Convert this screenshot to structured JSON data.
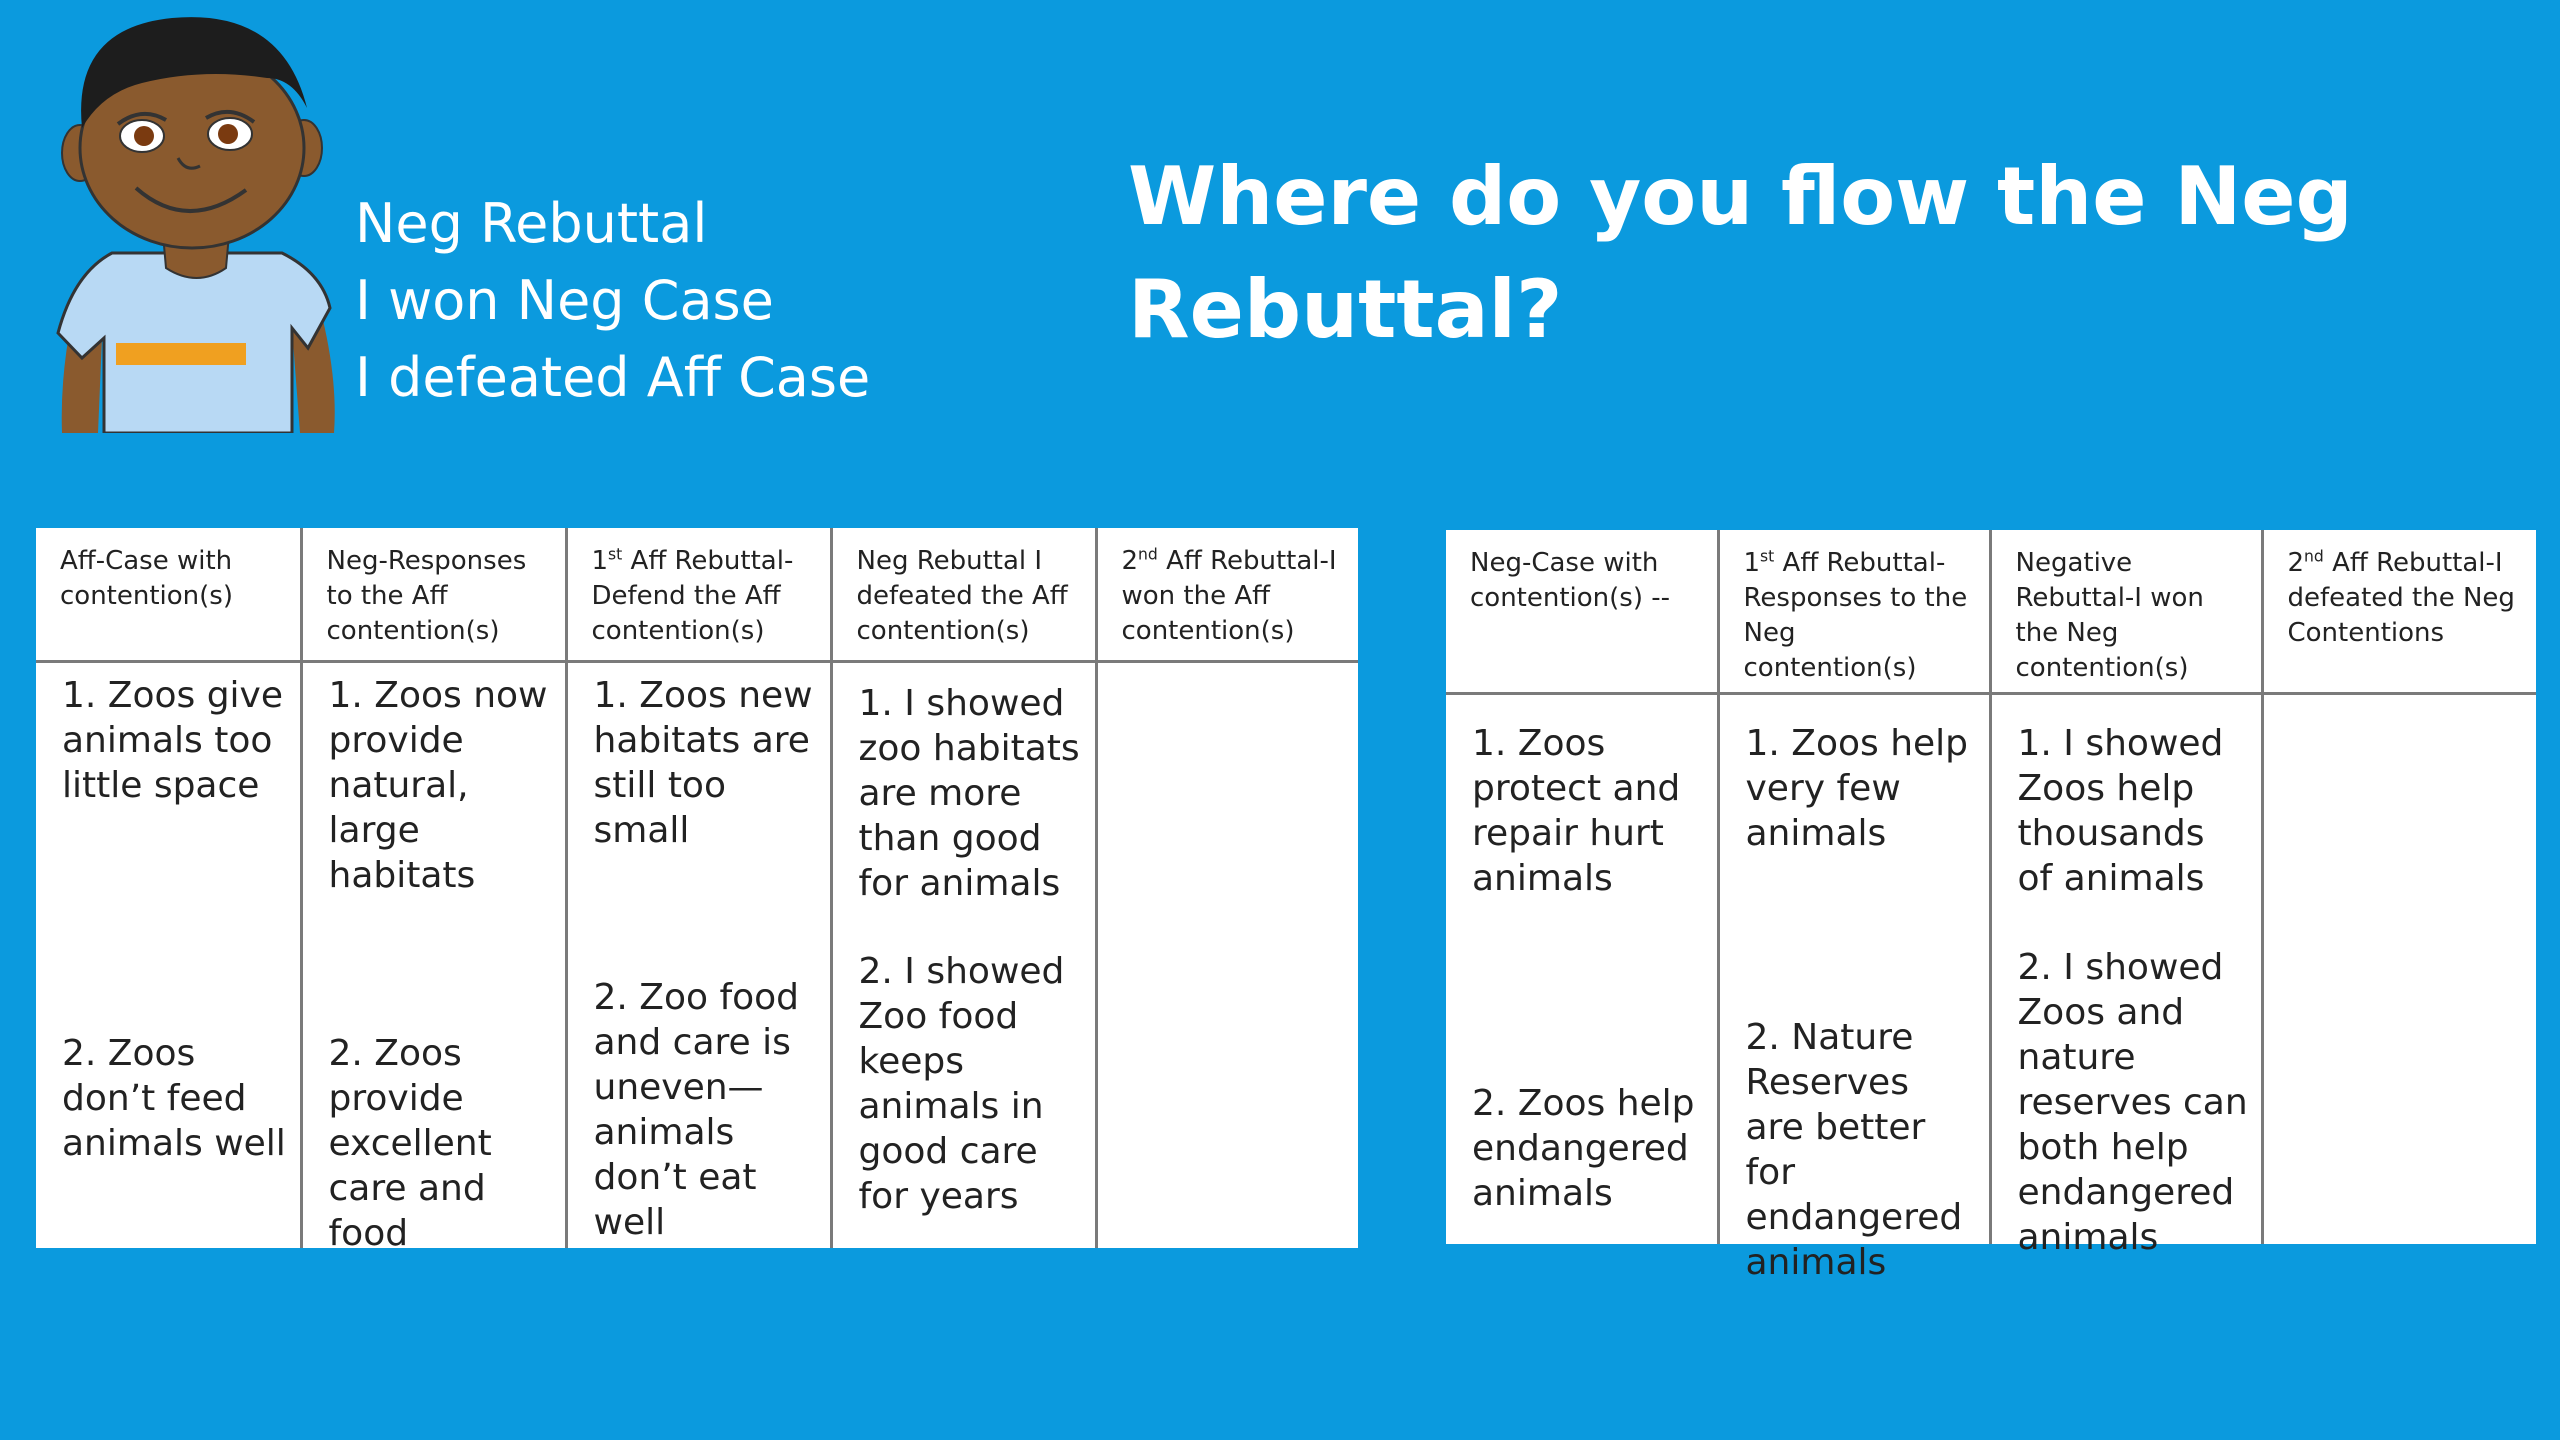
{
  "speech_bubble": {
    "line1": "Neg Rebuttal",
    "line2": "I won Neg Case",
    "line3": "I defeated Aff Case"
  },
  "question": "Where do you flow the Neg Rebuttal?",
  "aff_flow": {
    "headers": [
      {
        "text": "Aff-Case with contention(s)"
      },
      {
        "text": "Neg-Responses to the Aff contention(s)"
      },
      {
        "pre": "1",
        "sup": "st",
        "text": " Aff Rebuttal-Defend the Aff contention(s)"
      },
      {
        "text": "Neg Rebuttal I defeated the Aff contention(s)"
      },
      {
        "pre": "2",
        "sup": "nd",
        "text": " Aff Rebuttal-I won the Aff contention(s)"
      }
    ],
    "columns": [
      [
        "1. Zoos give animals too little space",
        "2. Zoos don’t feed animals well"
      ],
      [
        "1. Zoos now provide natural, large habitats",
        "2. Zoos provide excellent care and food"
      ],
      [
        "1. Zoos new habitats are still too small",
        "2. Zoo food and care is uneven—animals don’t eat well"
      ],
      [
        "1. I showed zoo habitats are more than good for animals",
        "2. I showed Zoo food keeps animals in good care for years"
      ],
      []
    ]
  },
  "neg_flow": {
    "headers": [
      {
        "text": "Neg-Case with contention(s) --"
      },
      {
        "pre": "1",
        "sup": "st",
        "text": " Aff Rebuttal-Responses to the Neg contention(s)"
      },
      {
        "text": "Negative Rebuttal-I won the Neg contention(s)"
      },
      {
        "pre": "2",
        "sup": "nd",
        "text": " Aff Rebuttal-I defeated the Neg Contentions"
      }
    ],
    "columns": [
      [
        "1. Zoos protect and repair hurt animals",
        "2. Zoos help endangered animals"
      ],
      [
        "1. Zoos help very few animals",
        "2. Nature Reserves are better for endangered animals"
      ],
      [
        "1. I showed Zoos help thousands of animals",
        "2. I showed Zoos and nature reserves can both help endangered animals"
      ],
      []
    ]
  },
  "colors": {
    "background": "#0b9ade",
    "skin": "#8a5a2e",
    "hair": "#1d1d1d",
    "shirt": "#b8d9f4",
    "stripe": "#f0a020"
  }
}
